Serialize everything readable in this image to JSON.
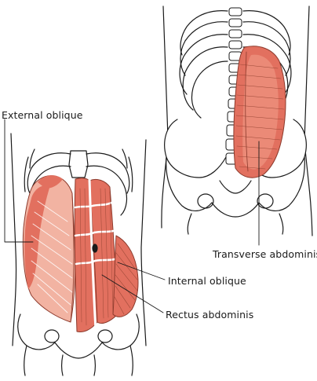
{
  "labels": {
    "external_oblique": "External oblique",
    "transverse_abdominis": "Transverse abdominis",
    "internal_oblique": "Internal oblique",
    "rectus_abdominis": "Rectus abdominis"
  },
  "colors": {
    "muscle_red": "#e2705f",
    "muscle_light": "#f2b3a2",
    "muscle_mid": "#ea9180",
    "bone_fill": "#ffffff",
    "ink": "#1a1a1a"
  }
}
